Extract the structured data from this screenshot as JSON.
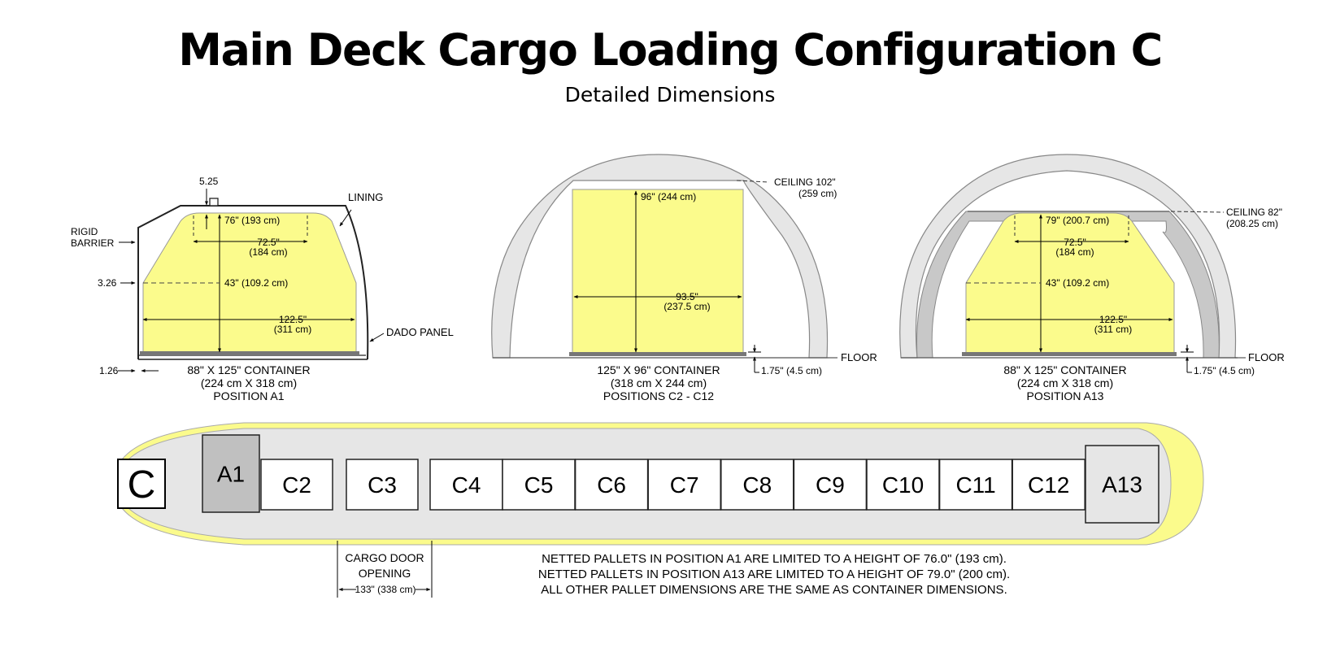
{
  "header": {
    "title": "Main Deck Cargo Loading Configuration C",
    "subtitle": "Detailed Dimensions"
  },
  "section_a1": {
    "label_5_25": "5.25",
    "lining": "LINING",
    "rigid": "RIGID",
    "barrier": "BARRIER",
    "label_3_26": "3.26",
    "label_1_26": "1.26",
    "height": "76\" (193 cm)",
    "top_width_in": "72.5\"",
    "top_width_cm": "(184 cm)",
    "mid_height": "43\" (109.2 cm)",
    "base_width_in": "122.5\"",
    "base_width_cm": "(311 cm)",
    "dado": "DADO PANEL",
    "caption1": "88\" X 125\" CONTAINER",
    "caption2": "(224 cm X 318 cm)",
    "caption3": "POSITION A1"
  },
  "section_c": {
    "ceiling1": "CEILING 102\"",
    "ceiling2": "(259 cm)",
    "height": "96\" (244 cm)",
    "width_in": "93.5\"",
    "width_cm": "(237.5 cm)",
    "floor": "FLOOR",
    "floor_thk": "1.75\" (4.5 cm)",
    "caption1": "125\" X 96\" CONTAINER",
    "caption2": "(318 cm X 244 cm)",
    "caption3": "POSITIONS C2 - C12"
  },
  "section_a13": {
    "ceiling1": "CEILING 82\"",
    "ceiling2": "(208.25 cm)",
    "height": "79\" (200.7 cm)",
    "top_width_in": "72.5\"",
    "top_width_cm": "(184 cm)",
    "mid_height": "43\" (109.2 cm)",
    "base_width_in": "122.5\"",
    "base_width_cm": "(311 cm)",
    "floor": "FLOOR",
    "floor_thk": "1.75\" (4.5 cm)",
    "caption1": "88\" X 125\" CONTAINER",
    "caption2": "(224 cm X 318 cm)",
    "caption3": "POSITION A13"
  },
  "deck": {
    "config_letter": "C",
    "positions": [
      "A1",
      "C2",
      "C3",
      "C4",
      "C5",
      "C6",
      "C7",
      "C8",
      "C9",
      "C10",
      "C11",
      "C12",
      "A13"
    ],
    "door1": "CARGO DOOR",
    "door2": "OPENING",
    "door_width": "133\" (338 cm)",
    "note1": "NETTED PALLETS IN POSITION A1 ARE LIMITED TO A HEIGHT OF 76.0\" (193 cm).",
    "note2": "NETTED PALLETS IN POSITION A13 ARE LIMITED TO A HEIGHT OF 79.0\" (200 cm).",
    "note3": "ALL OTHER PALLET DIMENSIONS ARE THE SAME AS CONTAINER DIMENSIONS."
  },
  "colors": {
    "container_fill": "#fbfb8c",
    "fuselage_fill": "#e6e6e6",
    "a1_fill": "#c0c0c0"
  }
}
